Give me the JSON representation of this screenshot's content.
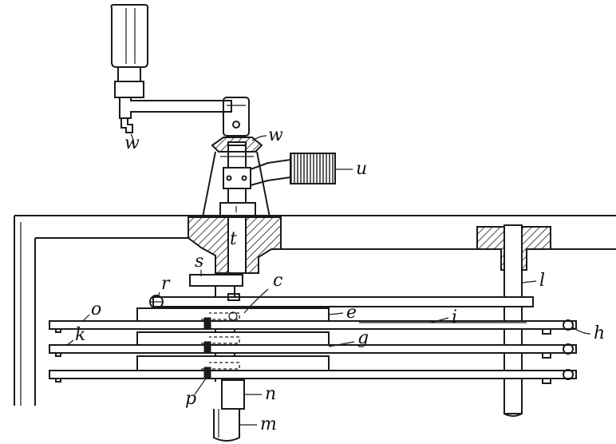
{
  "figure": {
    "labels": {
      "w_handle": "w",
      "w_collar": "w",
      "u": "u",
      "t": "t",
      "s": "s",
      "r": "r",
      "c": "c",
      "e": "e",
      "i": "i",
      "o": "o",
      "h": "h",
      "k": "k",
      "g": "g",
      "p": "p",
      "n": "n",
      "m": "m",
      "l": "l"
    }
  }
}
